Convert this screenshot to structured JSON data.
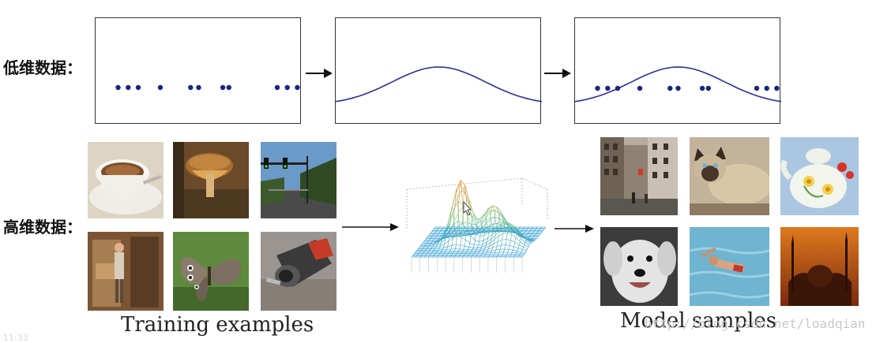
{
  "labels": {
    "low_dim": "低维数据：",
    "high_dim": "高维数据："
  },
  "low_dim_panels": {
    "dot_positions": [
      0.1,
      0.15,
      0.2,
      0.31,
      0.46,
      0.5,
      0.62,
      0.65,
      0.89,
      0.94,
      0.99
    ],
    "curve_color": "#2b2f9c",
    "dot_color": "#1c2480"
  },
  "captions": {
    "training": "Training examples",
    "model": "Model samples"
  },
  "watermark": "http://blog.csdn.net/loadqian",
  "corner_text": "11:33",
  "training_images": [
    "coffee-cup-photo",
    "mushroom-photo",
    "street-traffic-light-photo",
    "person-doorway-photo",
    "butterfly-photo",
    "drill-photo"
  ],
  "model_images": [
    "city-street-photo",
    "cat-photo",
    "teapot-photo",
    "dog-photo",
    "swimmer-photo",
    "mosque-sunset-photo"
  ]
}
